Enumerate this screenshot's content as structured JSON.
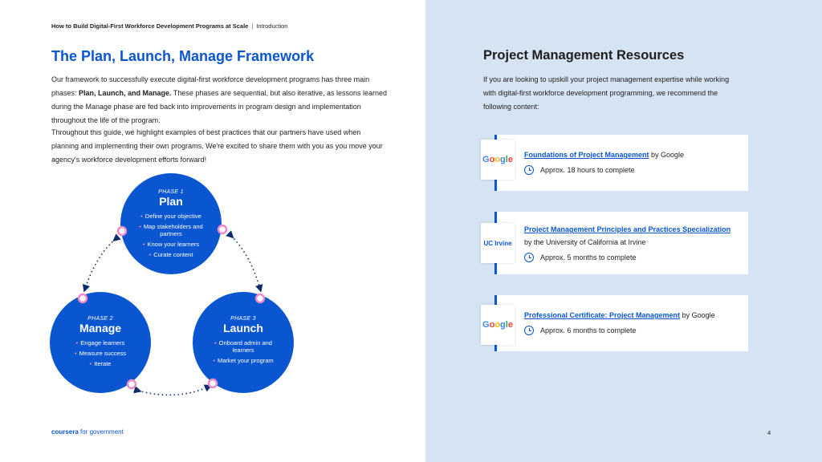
{
  "header": {
    "doc_title": "How to Build Digital-First Workforce Development Programs at Scale",
    "separator": "|",
    "section": "Introduction"
  },
  "left": {
    "title": "The Plan, Launch, Manage Framework",
    "para1": {
      "before": "Our framework to successfully execute digital-first workforce development programs has three main phases: ",
      "bold": "Plan, Launch, and Manage.",
      "after": " These phases are sequential, but also iterative, as lessons learned during the Manage phase are fed back into improvements in program design and implementation throughout the life of the program."
    },
    "para2": "Throughout this guide, we highlight examples of best practices that our partners have used when planning and implementing their own programs. We're excited to share them with you as you move your agency's workforce development efforts forward!"
  },
  "diagram": {
    "phases": [
      {
        "label": "PHASE 1",
        "name": "Plan",
        "bullets": [
          "Define your objective",
          "Map stakeholders and partners",
          "Know your learners",
          "Curate content"
        ]
      },
      {
        "label": "PHASE 2",
        "name": "Manage",
        "bullets": [
          "Engage learners",
          "Measure success",
          "Iterate"
        ]
      },
      {
        "label": "PHASE 3",
        "name": "Launch",
        "bullets": [
          "Onboard admin and learners",
          "Market your program"
        ]
      }
    ],
    "bullet_char": "•"
  },
  "right": {
    "title": "Project Management Resources",
    "intro": "If you are looking to upskill your project management expertise while working with digital-first workforce development programming, we recommend the following content:",
    "resources": [
      {
        "logo": "Google",
        "link": "Foundations of Project Management",
        "by": " by Google",
        "duration": "Approx. 18 hours to complete"
      },
      {
        "logo": "UC Irvine",
        "link": "Project Management Principles and Practices Specialization",
        "by": "by the University of California at Irvine",
        "duration": "Approx. 5 months to complete"
      },
      {
        "logo": "Google",
        "link": "Professional Certificate: Project Management",
        "by": " by Google",
        "duration": "Approx. 6 months to complete"
      }
    ]
  },
  "footer": {
    "brand": "coursera",
    "brand_sub": " for government",
    "page": "4"
  },
  "colors": {
    "accent": "#0a56d1",
    "panel": "#d6e3f2",
    "dot": "#f08ac7",
    "google_blue": "#4285F4",
    "google_red": "#EA4335",
    "google_yellow": "#FBBC05",
    "google_green": "#34A853"
  }
}
